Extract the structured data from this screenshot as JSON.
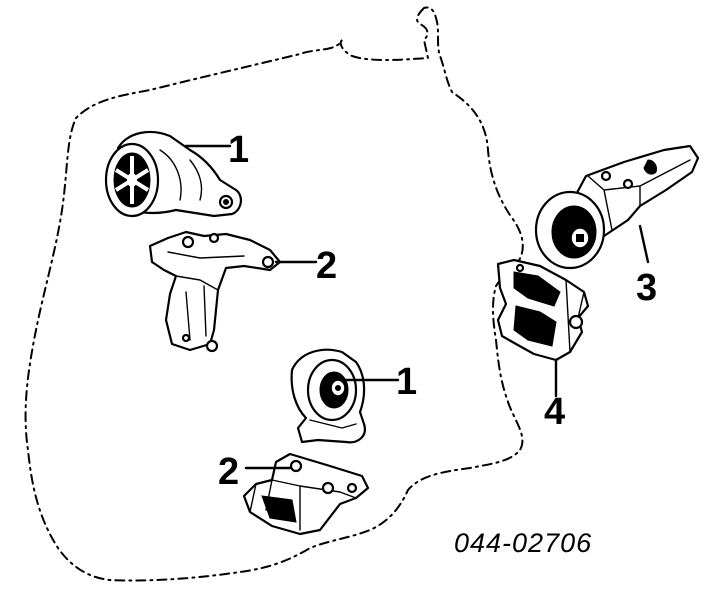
{
  "diagram": {
    "part_number": "044-02706",
    "callouts": [
      {
        "id": "mount-upper-left",
        "label": "1"
      },
      {
        "id": "bracket-upper-left",
        "label": "2"
      },
      {
        "id": "mount-right",
        "label": "3"
      },
      {
        "id": "bracket-right",
        "label": "4"
      },
      {
        "id": "mount-lower-center",
        "label": "1"
      },
      {
        "id": "bracket-lower-center",
        "label": "2"
      }
    ]
  },
  "colors": {
    "ink": "#000000",
    "background": "#ffffff"
  }
}
